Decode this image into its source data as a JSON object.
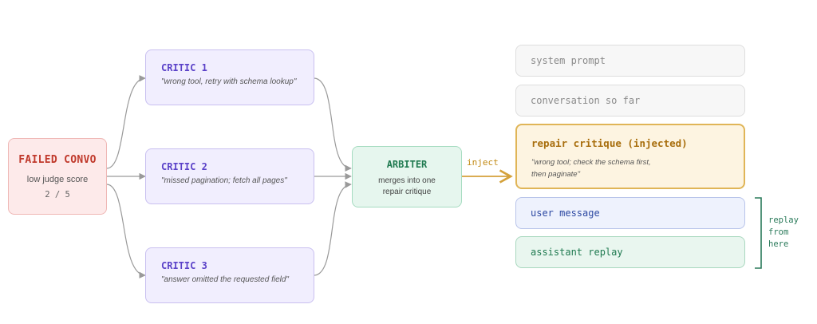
{
  "failed": {
    "title": "FAILED CONVO",
    "subtitle": "low judge score",
    "score": "2 / 5"
  },
  "critics": [
    {
      "title": "CRITIC 1",
      "quote": "\"wrong tool, retry with schema lookup\""
    },
    {
      "title": "CRITIC 2",
      "quote": "\"missed pagination; fetch all pages\""
    },
    {
      "title": "CRITIC 3",
      "quote": "\"answer omitted the requested field\""
    }
  ],
  "arbiter": {
    "title": "ARBITER",
    "desc_line1": "merges into one",
    "desc_line2": "repair critique"
  },
  "inject_label": "inject",
  "stack": {
    "system_prompt": "system prompt",
    "conversation": "conversation so far",
    "repair_title": "repair critique (injected)",
    "repair_quote_line1": "\"wrong tool; check the schema first,",
    "repair_quote_line2": "then paginate\"",
    "user_message": "user message",
    "assistant_replay": "assistant replay"
  },
  "replay_label": [
    "replay",
    "from",
    "here"
  ],
  "colors": {
    "failed": "#c0392b",
    "critic": "#5a41c8",
    "arbiter": "#1f7a50",
    "inject": "#c28a14",
    "user": "#2e4aa3",
    "replay_bracket": "#2a7a5a",
    "connector": "#9a9a9a"
  }
}
